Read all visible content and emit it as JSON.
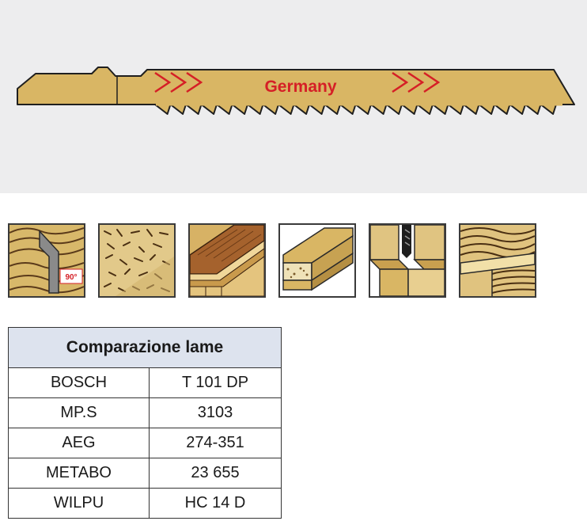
{
  "blade": {
    "brand_text": "Germany",
    "colors": {
      "blade_fill": "#d9b664",
      "blade_stroke": "#1f1f1f",
      "accent_red": "#d51f26",
      "panel_bg": "#ededee"
    }
  },
  "materials": {
    "angle_label": "90°",
    "items": [
      {
        "icon": "softwood-cross-cut-icon"
      },
      {
        "icon": "chipboard-icon"
      },
      {
        "icon": "plywood-icon"
      },
      {
        "icon": "laminated-panel-icon"
      },
      {
        "icon": "wood-slot-cut-icon"
      },
      {
        "icon": "hardwood-plank-icon"
      }
    ]
  },
  "comparison": {
    "title": "Comparazione lame",
    "rows": [
      {
        "brand": "BOSCH",
        "code": "T 101 DP"
      },
      {
        "brand": "MP.S",
        "code": "3103"
      },
      {
        "brand": "AEG",
        "code": "274-351"
      },
      {
        "brand": "METABO",
        "code": "23 655"
      },
      {
        "brand": "WILPU",
        "code": "HC 14 D"
      }
    ]
  }
}
